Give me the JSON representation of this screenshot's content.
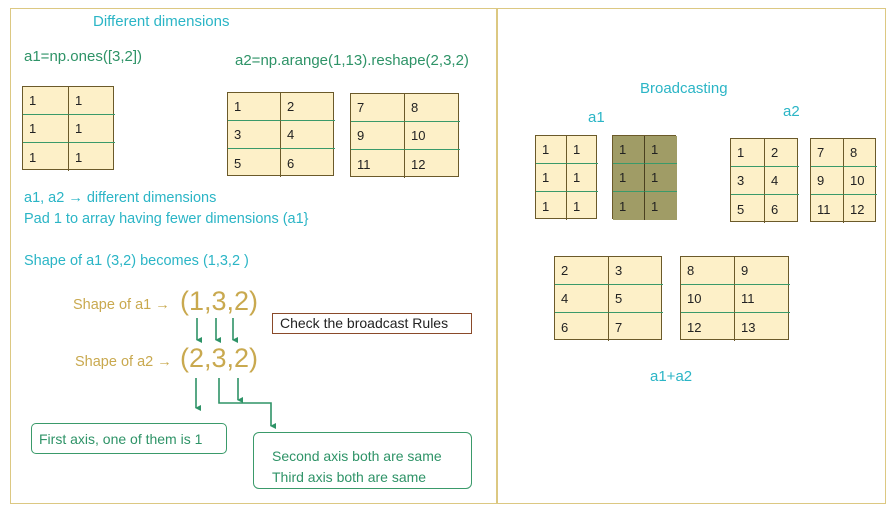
{
  "left": {
    "title": "Different dimensions",
    "a1_code": "a1=np.ones([3,2])",
    "a2_code": "a2=np.arange(1,13).reshape(2,3,2)",
    "a1_grid": [
      [
        "1",
        "1"
      ],
      [
        "1",
        "1"
      ],
      [
        "1",
        "1"
      ]
    ],
    "a2_grid_1": [
      [
        "1",
        "2"
      ],
      [
        "3",
        "4"
      ],
      [
        "5",
        "6"
      ]
    ],
    "a2_grid_2": [
      [
        "7",
        "8"
      ],
      [
        "9",
        "10"
      ],
      [
        "11",
        "12"
      ]
    ],
    "note_line1": "a1, a2 → different dimensions",
    "note_line2": "Pad 1 to array having fewer dimensions (a1}",
    "shape_note": "Shape of a1 (3,2) becomes (1,3,2 )",
    "shape_a1_label": "Shape of a1 →",
    "shape_a1_value": "(1,3,2)",
    "shape_a2_label": "Shape of a2 →",
    "shape_a2_value": "(2,3,2)",
    "rules_box": "Check the broadcast Rules",
    "first_axis_box": "First axis, one of them is 1",
    "second_axis": "Second axis both are same",
    "third_axis": "Third axis both are same"
  },
  "right": {
    "title": "Broadcasting",
    "a1_label": "a1",
    "a2_label": "a2",
    "a1_grid": [
      [
        "1",
        "1"
      ],
      [
        "1",
        "1"
      ],
      [
        "1",
        "1"
      ]
    ],
    "a1_copy_grid": [
      [
        "1",
        "1"
      ],
      [
        "1",
        "1"
      ],
      [
        "1",
        "1"
      ]
    ],
    "a2_grid_1": [
      [
        "1",
        "2"
      ],
      [
        "3",
        "4"
      ],
      [
        "5",
        "6"
      ]
    ],
    "a2_grid_2": [
      [
        "7",
        "8"
      ],
      [
        "9",
        "10"
      ],
      [
        "11",
        "12"
      ]
    ],
    "sum_grid_1": [
      [
        "2",
        "3"
      ],
      [
        "4",
        "5"
      ],
      [
        "6",
        "7"
      ]
    ],
    "sum_grid_2": [
      [
        "8",
        "9"
      ],
      [
        "10",
        "11"
      ],
      [
        "12",
        "13"
      ]
    ],
    "sum_label": "a1+a2"
  }
}
